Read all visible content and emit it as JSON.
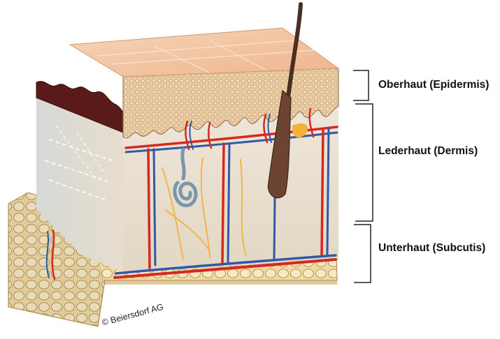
{
  "layers": [
    {
      "id": "epidermis",
      "label": "Oberhaut (Epidermis)"
    },
    {
      "id": "dermis",
      "label": "Lederhaut (Dermis)"
    },
    {
      "id": "subcutis",
      "label": "Unterhaut (Subcutis)"
    }
  ],
  "credit": "© Beiersdorf AG",
  "colors": {
    "epidermis": "#f2c29c",
    "dermis": "#e6ddd0",
    "subcutis_fat": "#e9cf95",
    "artery": "#d5281f",
    "vein": "#2f5aa8",
    "nerve": "#f2b13a",
    "hair": "#4a2e1f",
    "bracket": "#222222"
  },
  "icons": [
    "skin-cross-section-illustration",
    "bracket-icon"
  ]
}
